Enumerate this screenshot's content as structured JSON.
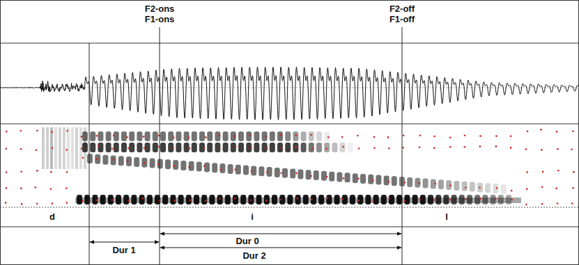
{
  "diagram": {
    "labels": [
      "F2-ons",
      "F1-ons",
      "F2-off",
      "F1-off",
      "d",
      "i",
      "l",
      "Dur 0",
      "Dur 1",
      "Dur 2"
    ]
  }
}
